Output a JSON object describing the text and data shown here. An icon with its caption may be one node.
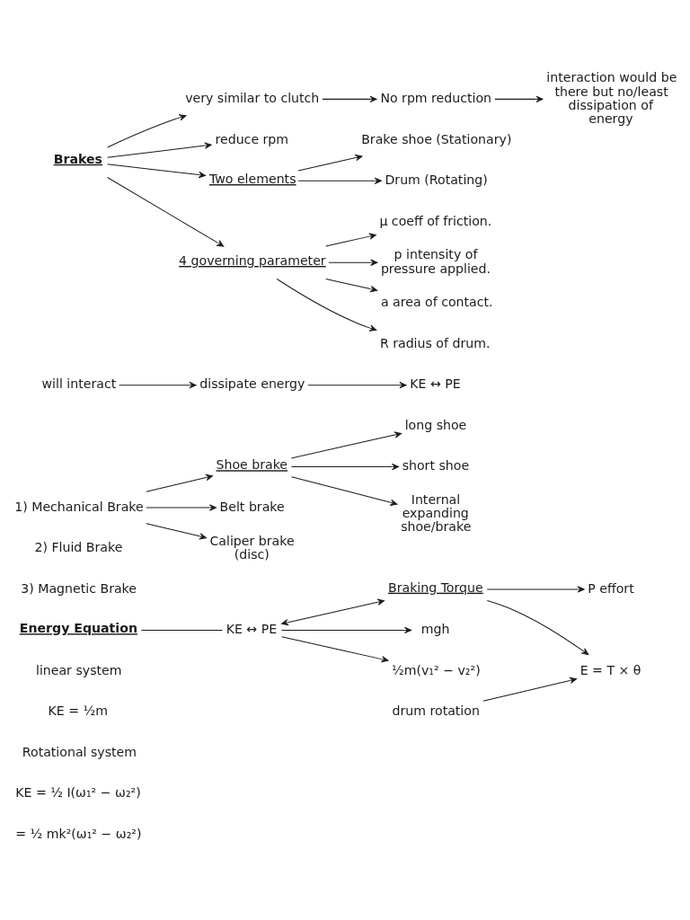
{
  "diagram": {
    "nodes": [
      {
        "text": [
          "Brakes"
        ]
      },
      {
        "text": [
          "very similar to clutch"
        ]
      },
      {
        "text": [
          "reduce rpm"
        ]
      },
      {
        "text": [
          "No rpm reduction"
        ]
      },
      {
        "text": [
          "interaction would be there but no/least dissipation of energy"
        ]
      },
      {
        "text": [
          "Two elements"
        ]
      },
      {
        "text": [
          "Brake shoe (Stationary)"
        ]
      },
      {
        "text": [
          "Drum (Rotating)"
        ]
      },
      {
        "text": [
          "will interact"
        ]
      },
      {
        "text": [
          "dissipate energy"
        ]
      },
      {
        "text": [
          "KE ↔ PE"
        ]
      },
      {
        "text": [
          "4 governing parameter"
        ]
      },
      {
        "text": [
          "μ coeff of friction."
        ]
      },
      {
        "text": [
          "p intensity of pressure applied."
        ]
      },
      {
        "text": [
          "a area of contact."
        ]
      },
      {
        "text": [
          "R radius of drum."
        ]
      },
      {
        "text": [
          "1) Mechanical Brake"
        ]
      },
      {
        "text": [
          "2) Fluid Brake"
        ]
      },
      {
        "text": [
          "3) Magnetic Brake"
        ]
      },
      {
        "text": [
          "Shoe brake"
        ]
      },
      {
        "text": [
          "Belt brake"
        ]
      },
      {
        "text": [
          "Caliper brake (disc)"
        ]
      },
      {
        "text": [
          "long shoe"
        ]
      },
      {
        "text": [
          "short shoe"
        ]
      },
      {
        "text": [
          "Internal expanding shoe/brake"
        ]
      },
      {
        "text": [
          "Energy Equation"
        ]
      },
      {
        "text": [
          "KE ↔ PE"
        ]
      },
      {
        "text": [
          "Braking Torque"
        ]
      },
      {
        "text": [
          "P effort"
        ]
      },
      {
        "text": [
          "mgh"
        ]
      },
      {
        "text": [
          "½m(v₁² − v₂²)"
        ]
      },
      {
        "text": [
          "E = T × θ"
        ]
      },
      {
        "text": [
          "drum rotation"
        ]
      }
    ],
    "edges": [
      {
        "from": 0,
        "to": 1,
        "arrow": "to"
      },
      {
        "from": 0,
        "to": 2,
        "arrow": "to"
      },
      {
        "from": 1,
        "to": 3,
        "arrow": "to"
      },
      {
        "from": 3,
        "to": 4,
        "arrow": "to"
      },
      {
        "from": 0,
        "to": 5,
        "arrow": "to"
      },
      {
        "from": 5,
        "to": 6,
        "arrow": "to"
      },
      {
        "from": 5,
        "to": 7,
        "arrow": "to"
      },
      {
        "from": 8,
        "to": 9,
        "arrow": "to"
      },
      {
        "from": 9,
        "to": 10,
        "arrow": "to"
      },
      {
        "from": 0,
        "to": 11,
        "arrow": "to"
      },
      {
        "from": 11,
        "to": 12,
        "arrow": "to"
      },
      {
        "from": 11,
        "to": 13,
        "arrow": "to"
      },
      {
        "from": 11,
        "to": 14,
        "arrow": "to"
      },
      {
        "from": 11,
        "to": 15,
        "arrow": "to"
      },
      {
        "from": 16,
        "to": 19,
        "arrow": "to"
      },
      {
        "from": 16,
        "to": 20,
        "arrow": "to"
      },
      {
        "from": 16,
        "to": 21,
        "arrow": "to"
      },
      {
        "from": 19,
        "to": 22,
        "arrow": "to"
      },
      {
        "from": 19,
        "to": 23,
        "arrow": "to"
      },
      {
        "from": 19,
        "to": 24,
        "arrow": "to"
      },
      {
        "from": 25,
        "to": 26,
        "arrow": "none"
      },
      {
        "from": 26,
        "to": 27,
        "arrow": "both"
      },
      {
        "from": 27,
        "to": 28,
        "arrow": "to"
      },
      {
        "from": 26,
        "to": 29,
        "arrow": "to"
      },
      {
        "from": 26,
        "to": 30,
        "arrow": "to"
      },
      {
        "from": 27,
        "to": 31,
        "arrow": "to"
      },
      {
        "from": 32,
        "to": 31,
        "arrow": "to"
      }
    ],
    "labels": [
      "linear system",
      "KE = ½m",
      "Rotational system",
      "KE = ½ I(ω₁² − ω₂²)",
      "= ½ mk²(ω₁² − ω₂²)"
    ]
  }
}
